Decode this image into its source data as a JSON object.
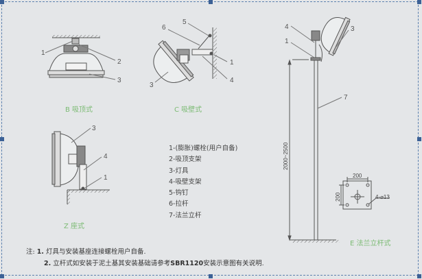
{
  "captions": {
    "ceiling": "B 吸顶式",
    "wall": "C 吸壁式",
    "base": "Z 座式",
    "pole": "E 法兰立杆式"
  },
  "callouts": {
    "ceiling": [
      "1",
      "2",
      "3"
    ],
    "wall": [
      "6",
      "5",
      "1",
      "4",
      "3"
    ],
    "base": [
      "3",
      "4",
      "1"
    ],
    "pole": [
      "4",
      "1",
      "3",
      "7"
    ]
  },
  "dimensions": {
    "pole_height": "2000~2500",
    "flange_width": "200",
    "flange_height": "200",
    "flange_holes": "4-⌀13"
  },
  "legend": [
    "1-(膨胀)螺栓(用户自备)",
    "2-吸顶支架",
    "3-灯具",
    "4-吸壁支架",
    "5-钩钉",
    "6-拉杆",
    "7-法兰立杆"
  ],
  "notes": {
    "prefix": "注:",
    "items": [
      {
        "num": "1.",
        "text": "灯具与安装基座连接螺栓用户自备."
      },
      {
        "num": "2.",
        "text_before": "立杆式如安装于泥土基其安装基础请参考",
        "code": "SBR1120",
        "text_after": "安装示意图有关说明."
      }
    ]
  },
  "colors": {
    "background": "#e4e6e8",
    "caption": "#7cbb74",
    "line": "#666666",
    "frame": "#5a7fae"
  }
}
